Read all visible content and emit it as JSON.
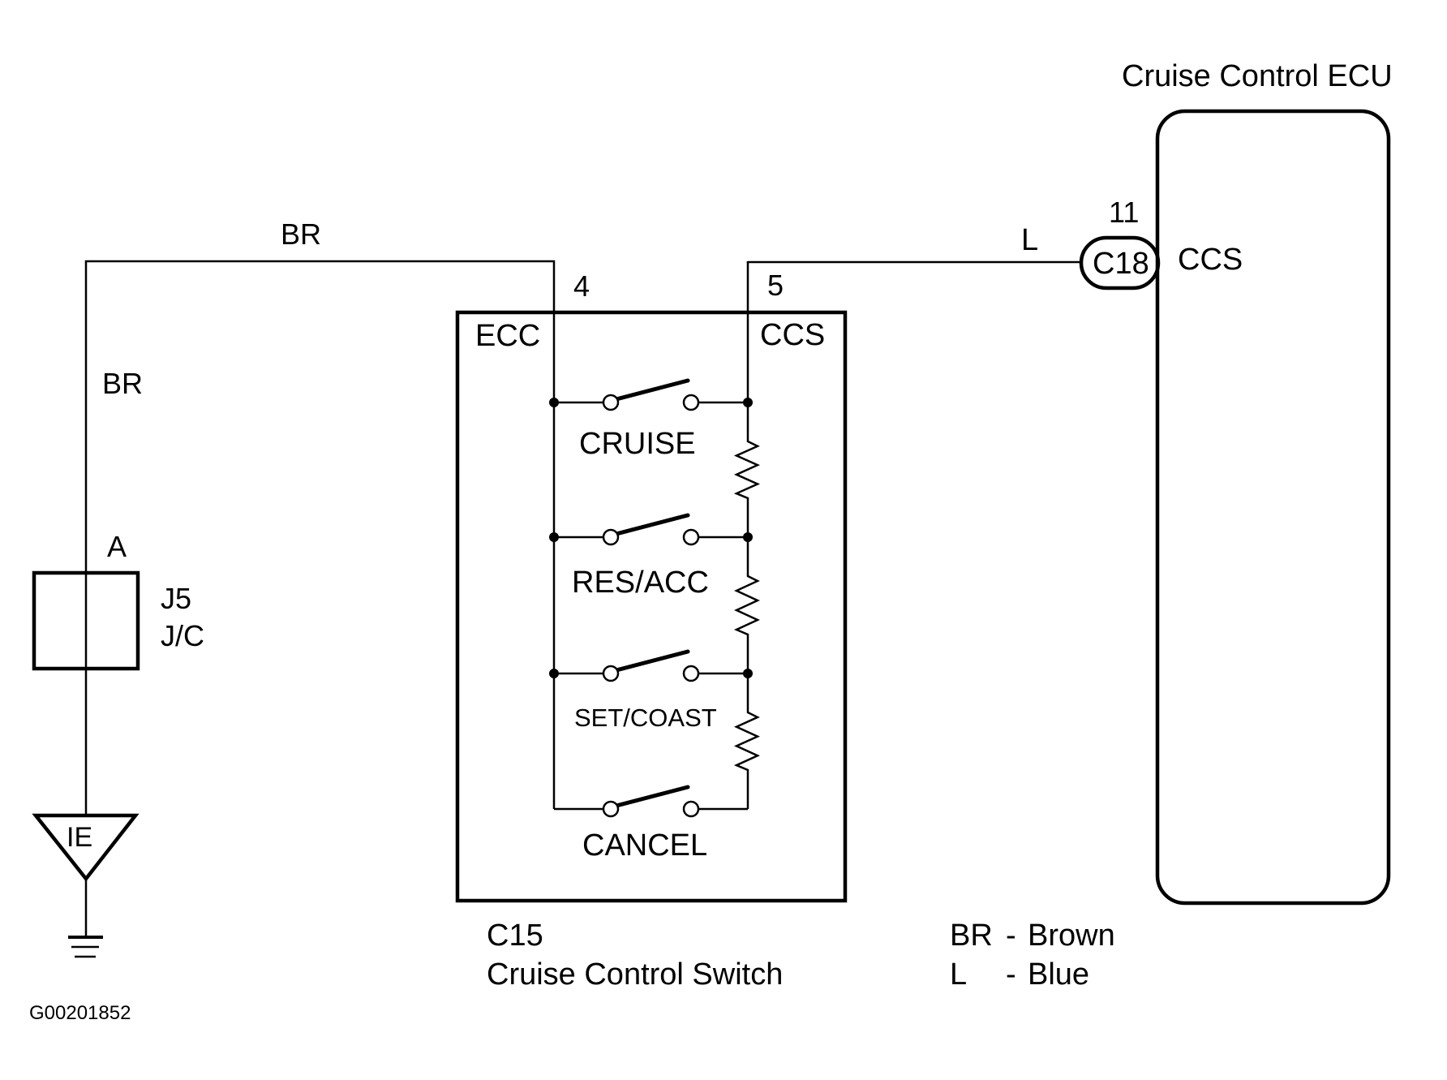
{
  "diagram_code": "G00201852",
  "ecu": {
    "title": "Cruise Control ECU",
    "terminal_name": "CCS",
    "pin": "11",
    "connector": "C18"
  },
  "switch": {
    "connector": "C15",
    "name": "Cruise Control Switch",
    "terminal_left": "ECC",
    "terminal_right": "CCS",
    "pin_left": "4",
    "pin_right": "5",
    "switches": [
      {
        "label": "CRUISE",
        "has_resistor_below": true
      },
      {
        "label": "RES/ACC",
        "has_resistor_below": true
      },
      {
        "label": "SET/COAST",
        "has_resistor_below": true
      },
      {
        "label": "CANCEL",
        "has_resistor_below": false
      }
    ]
  },
  "junction": {
    "terminal": "A",
    "name": "J5",
    "type": "J/C"
  },
  "ground": {
    "label": "IE"
  },
  "wires": {
    "top_left_color": "BR",
    "left_vertical_color": "BR",
    "right_color": "L"
  },
  "legend": [
    {
      "code": "BR",
      "sep": "-",
      "color": "Brown"
    },
    {
      "code": "L",
      "sep": "-",
      "color": "Blue"
    }
  ]
}
